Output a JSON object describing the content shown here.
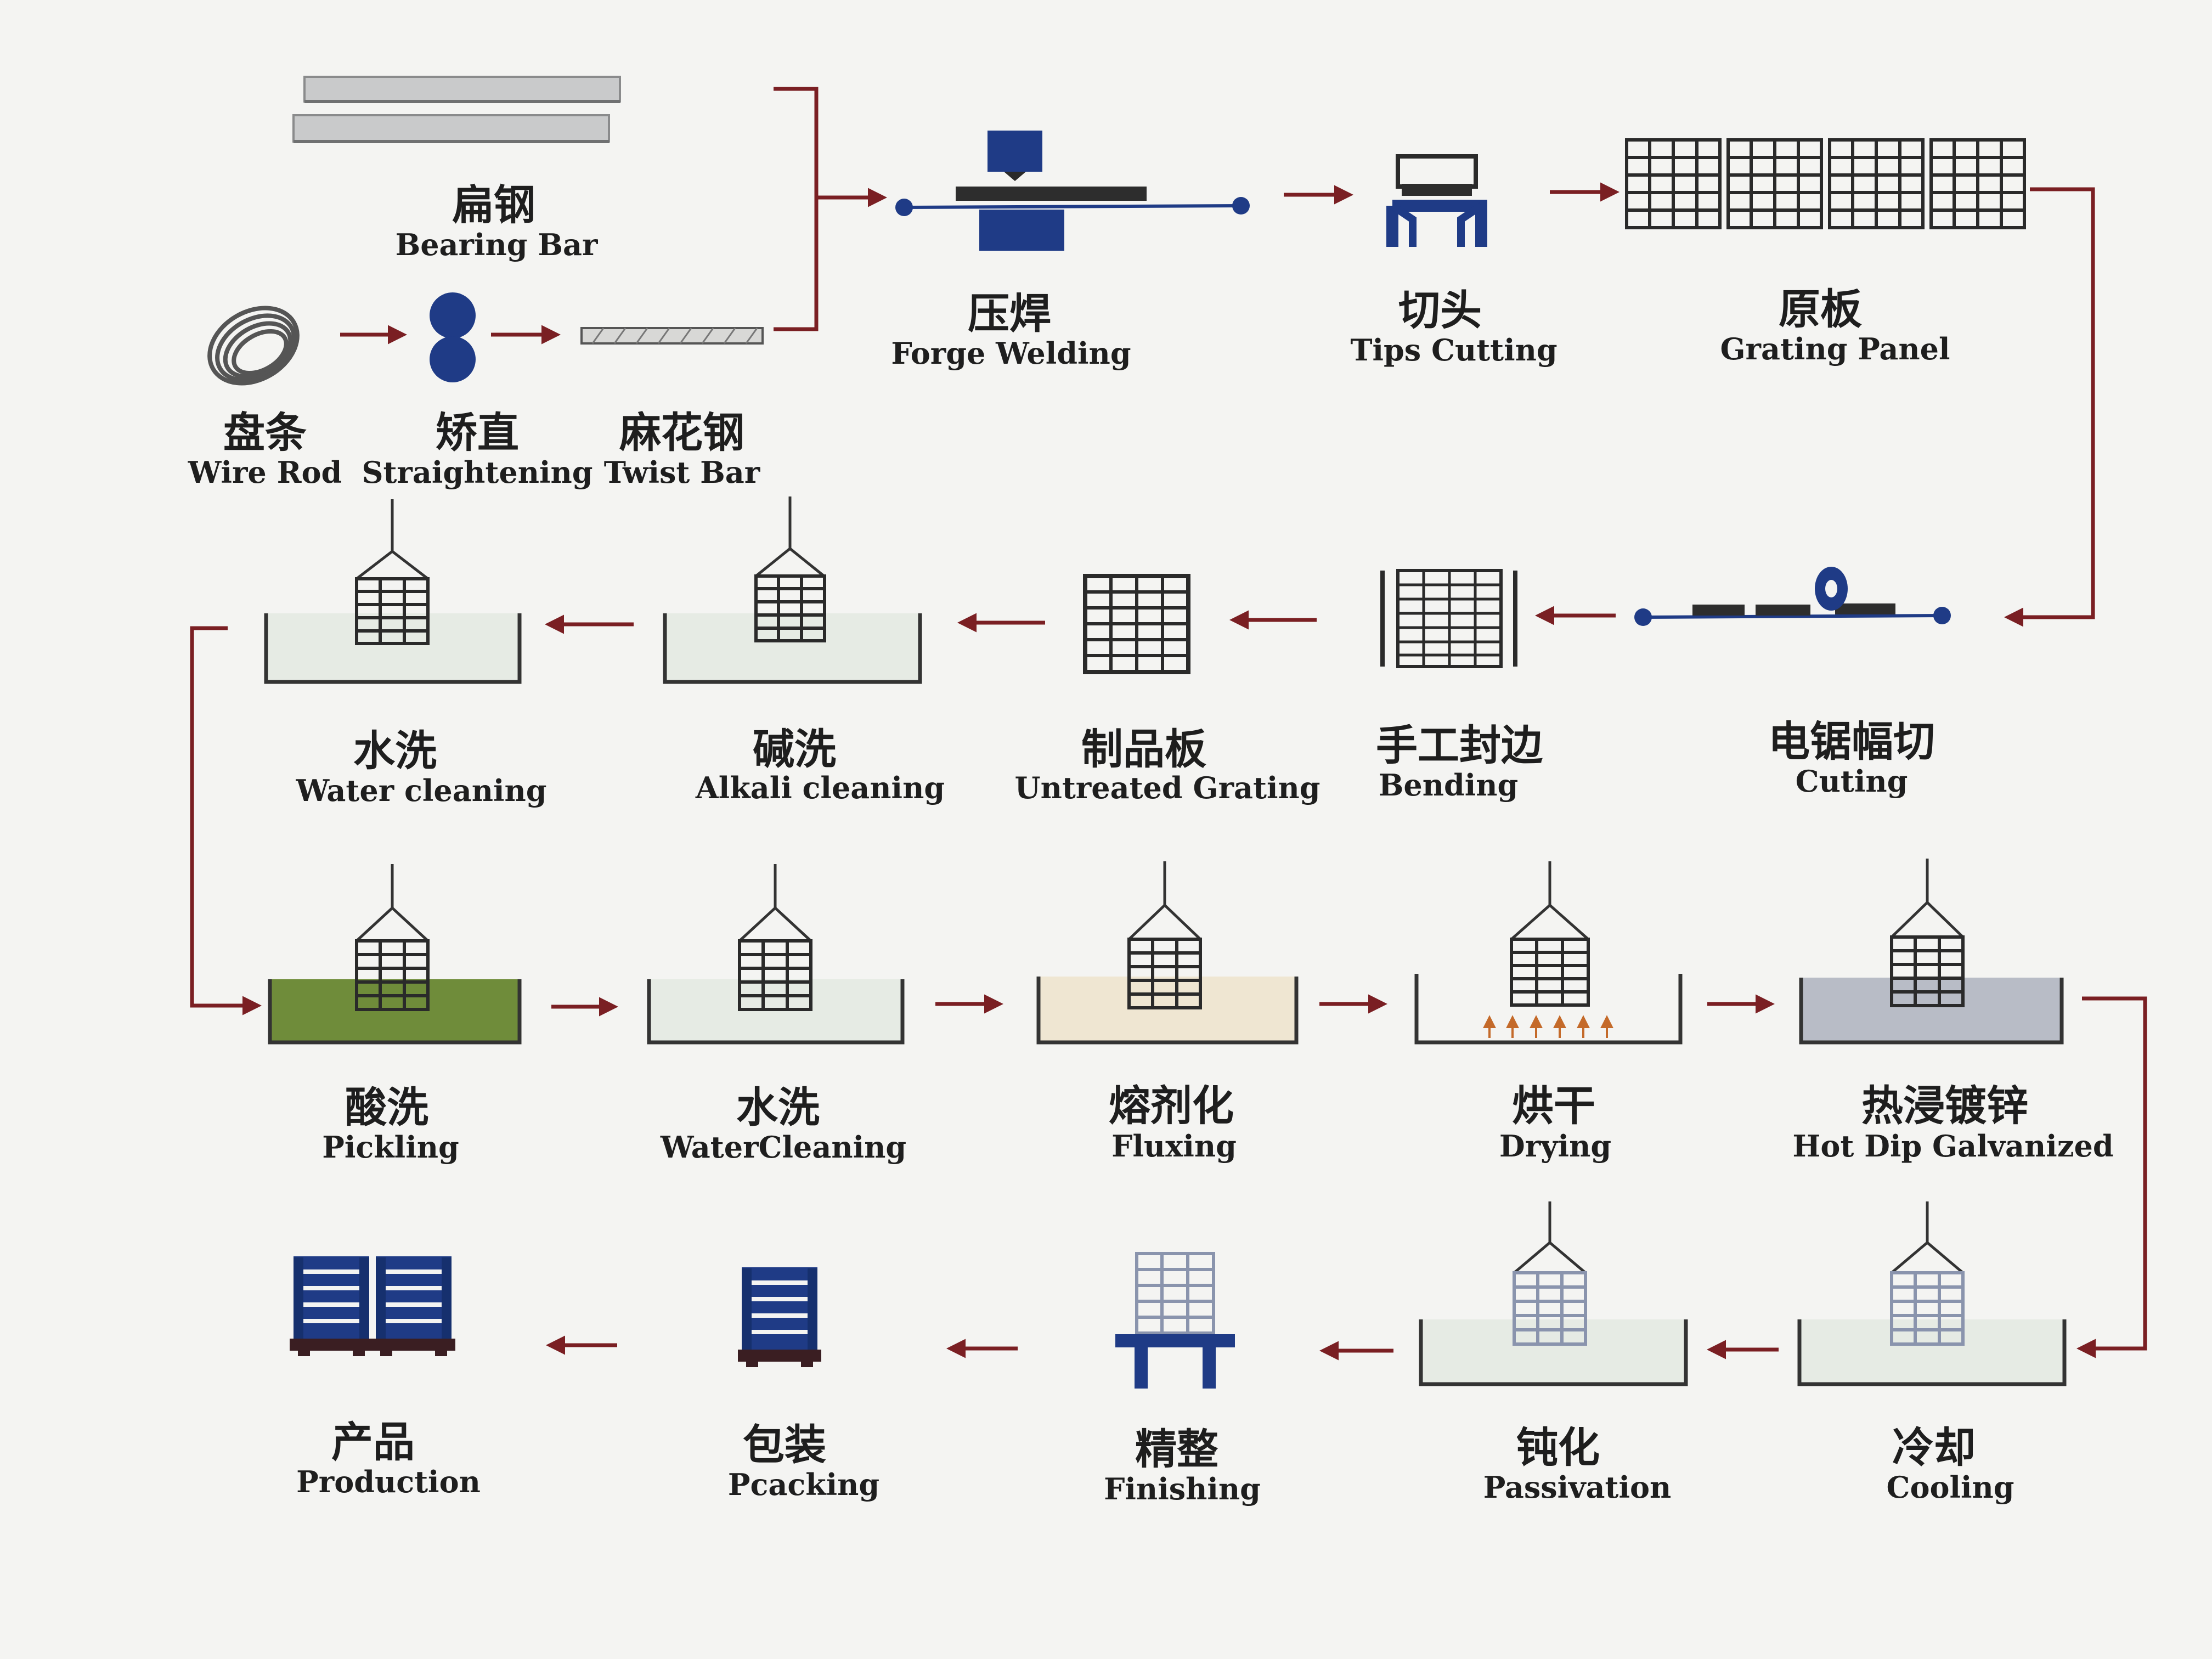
{
  "steps": {
    "bearing_bar": {
      "zh": "扁钢",
      "en": "Bearing Bar"
    },
    "wire_rod": {
      "zh": "盘条",
      "en": "Wire Rod"
    },
    "straightening": {
      "zh": "矫直",
      "en": "Straightening"
    },
    "twist_bar": {
      "zh": "麻花钢",
      "en": "Twist Bar"
    },
    "forge_welding": {
      "zh": "压焊",
      "en": "Forge Welding"
    },
    "tips_cutting": {
      "zh": "切头",
      "en": "Tips Cutting"
    },
    "grating_panel": {
      "zh": "原板",
      "en": "Grating Panel"
    },
    "cuting": {
      "zh": "电锯幅切",
      "en": "Cuting"
    },
    "bending": {
      "zh": "手工封边",
      "en": "Bending"
    },
    "untreated_grating": {
      "zh": "制品板",
      "en": "Untreated Grating"
    },
    "alkali_cleaning": {
      "zh": "碱洗",
      "en": "Alkali cleaning"
    },
    "water_cleaning_1": {
      "zh": "水洗",
      "en": "Water cleaning"
    },
    "pickling": {
      "zh": "酸洗",
      "en": "Pickling"
    },
    "water_cleaning_2": {
      "zh": "水洗",
      "en": "WaterCleaning"
    },
    "fluxing": {
      "zh": "熔剂化",
      "en": "Fluxing"
    },
    "drying": {
      "zh": "烘干",
      "en": "Drying"
    },
    "hot_dip_galvanized": {
      "zh": "热浸镀锌",
      "en": "Hot Dip Galvanized"
    },
    "cooling": {
      "zh": "冷却",
      "en": "Cooling"
    },
    "passivation": {
      "zh": "钝化",
      "en": "Passivation"
    },
    "finishing": {
      "zh": "精整",
      "en": "Finishing"
    },
    "packing": {
      "zh": "包装",
      "en": "Pcacking"
    },
    "production": {
      "zh": "产品",
      "en": "Production"
    }
  },
  "colors": {
    "arrow": "#7a1f23",
    "navy": "#1f3b86",
    "grid": "#2a2a2a",
    "bar_gray": "#c9cacb",
    "acid_green": "#6f8c3a",
    "tank_clear": "#e6ebe4",
    "tank_flux": "#efe6d2",
    "tank_zinc": "#b8bcc6",
    "heat_arrow": "#c46a2a",
    "pallet": "#3a1e22"
  }
}
